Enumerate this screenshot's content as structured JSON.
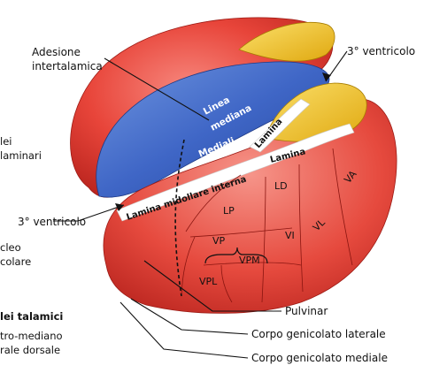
{
  "labels": {
    "adesione": "Adesione\nintertalamica",
    "ventricolo_top": "3° ventricolo",
    "ventricolo_left": "3° ventricolo",
    "pulvinar": "Pulvinar",
    "cgl": "Corpo genicolato laterale",
    "cgm": "Corpo genicolato mediale"
  },
  "left_cropped_text": {
    "line1": "lei",
    "line2": "laminari",
    "line3": "cleo",
    "line4": "colare",
    "heading": "lei talamici",
    "line5": "tro-mediano",
    "line6": "rale dorsale"
  },
  "surface_text": {
    "linea_mediana": "Linea\nmediana",
    "mediali": "Mediali",
    "lamina_top": "Lamina",
    "lamina_mid": "Lamina",
    "lamina_midollare": "Lamina midollare interna"
  },
  "nuclei": {
    "ld": "LD",
    "va": "VA",
    "lp": "LP",
    "vp": "VP",
    "vl": "VL",
    "vi": "VI",
    "vpl": "VPL",
    "vpm": "VPM"
  },
  "colors": {
    "thalamus_red": "#e8453a",
    "thalamus_dark_red": "#c82a24",
    "medial_blue": "#3f66c6",
    "ventricle_yellow": "#f3c21c",
    "lamina_white": "#ffffff"
  }
}
